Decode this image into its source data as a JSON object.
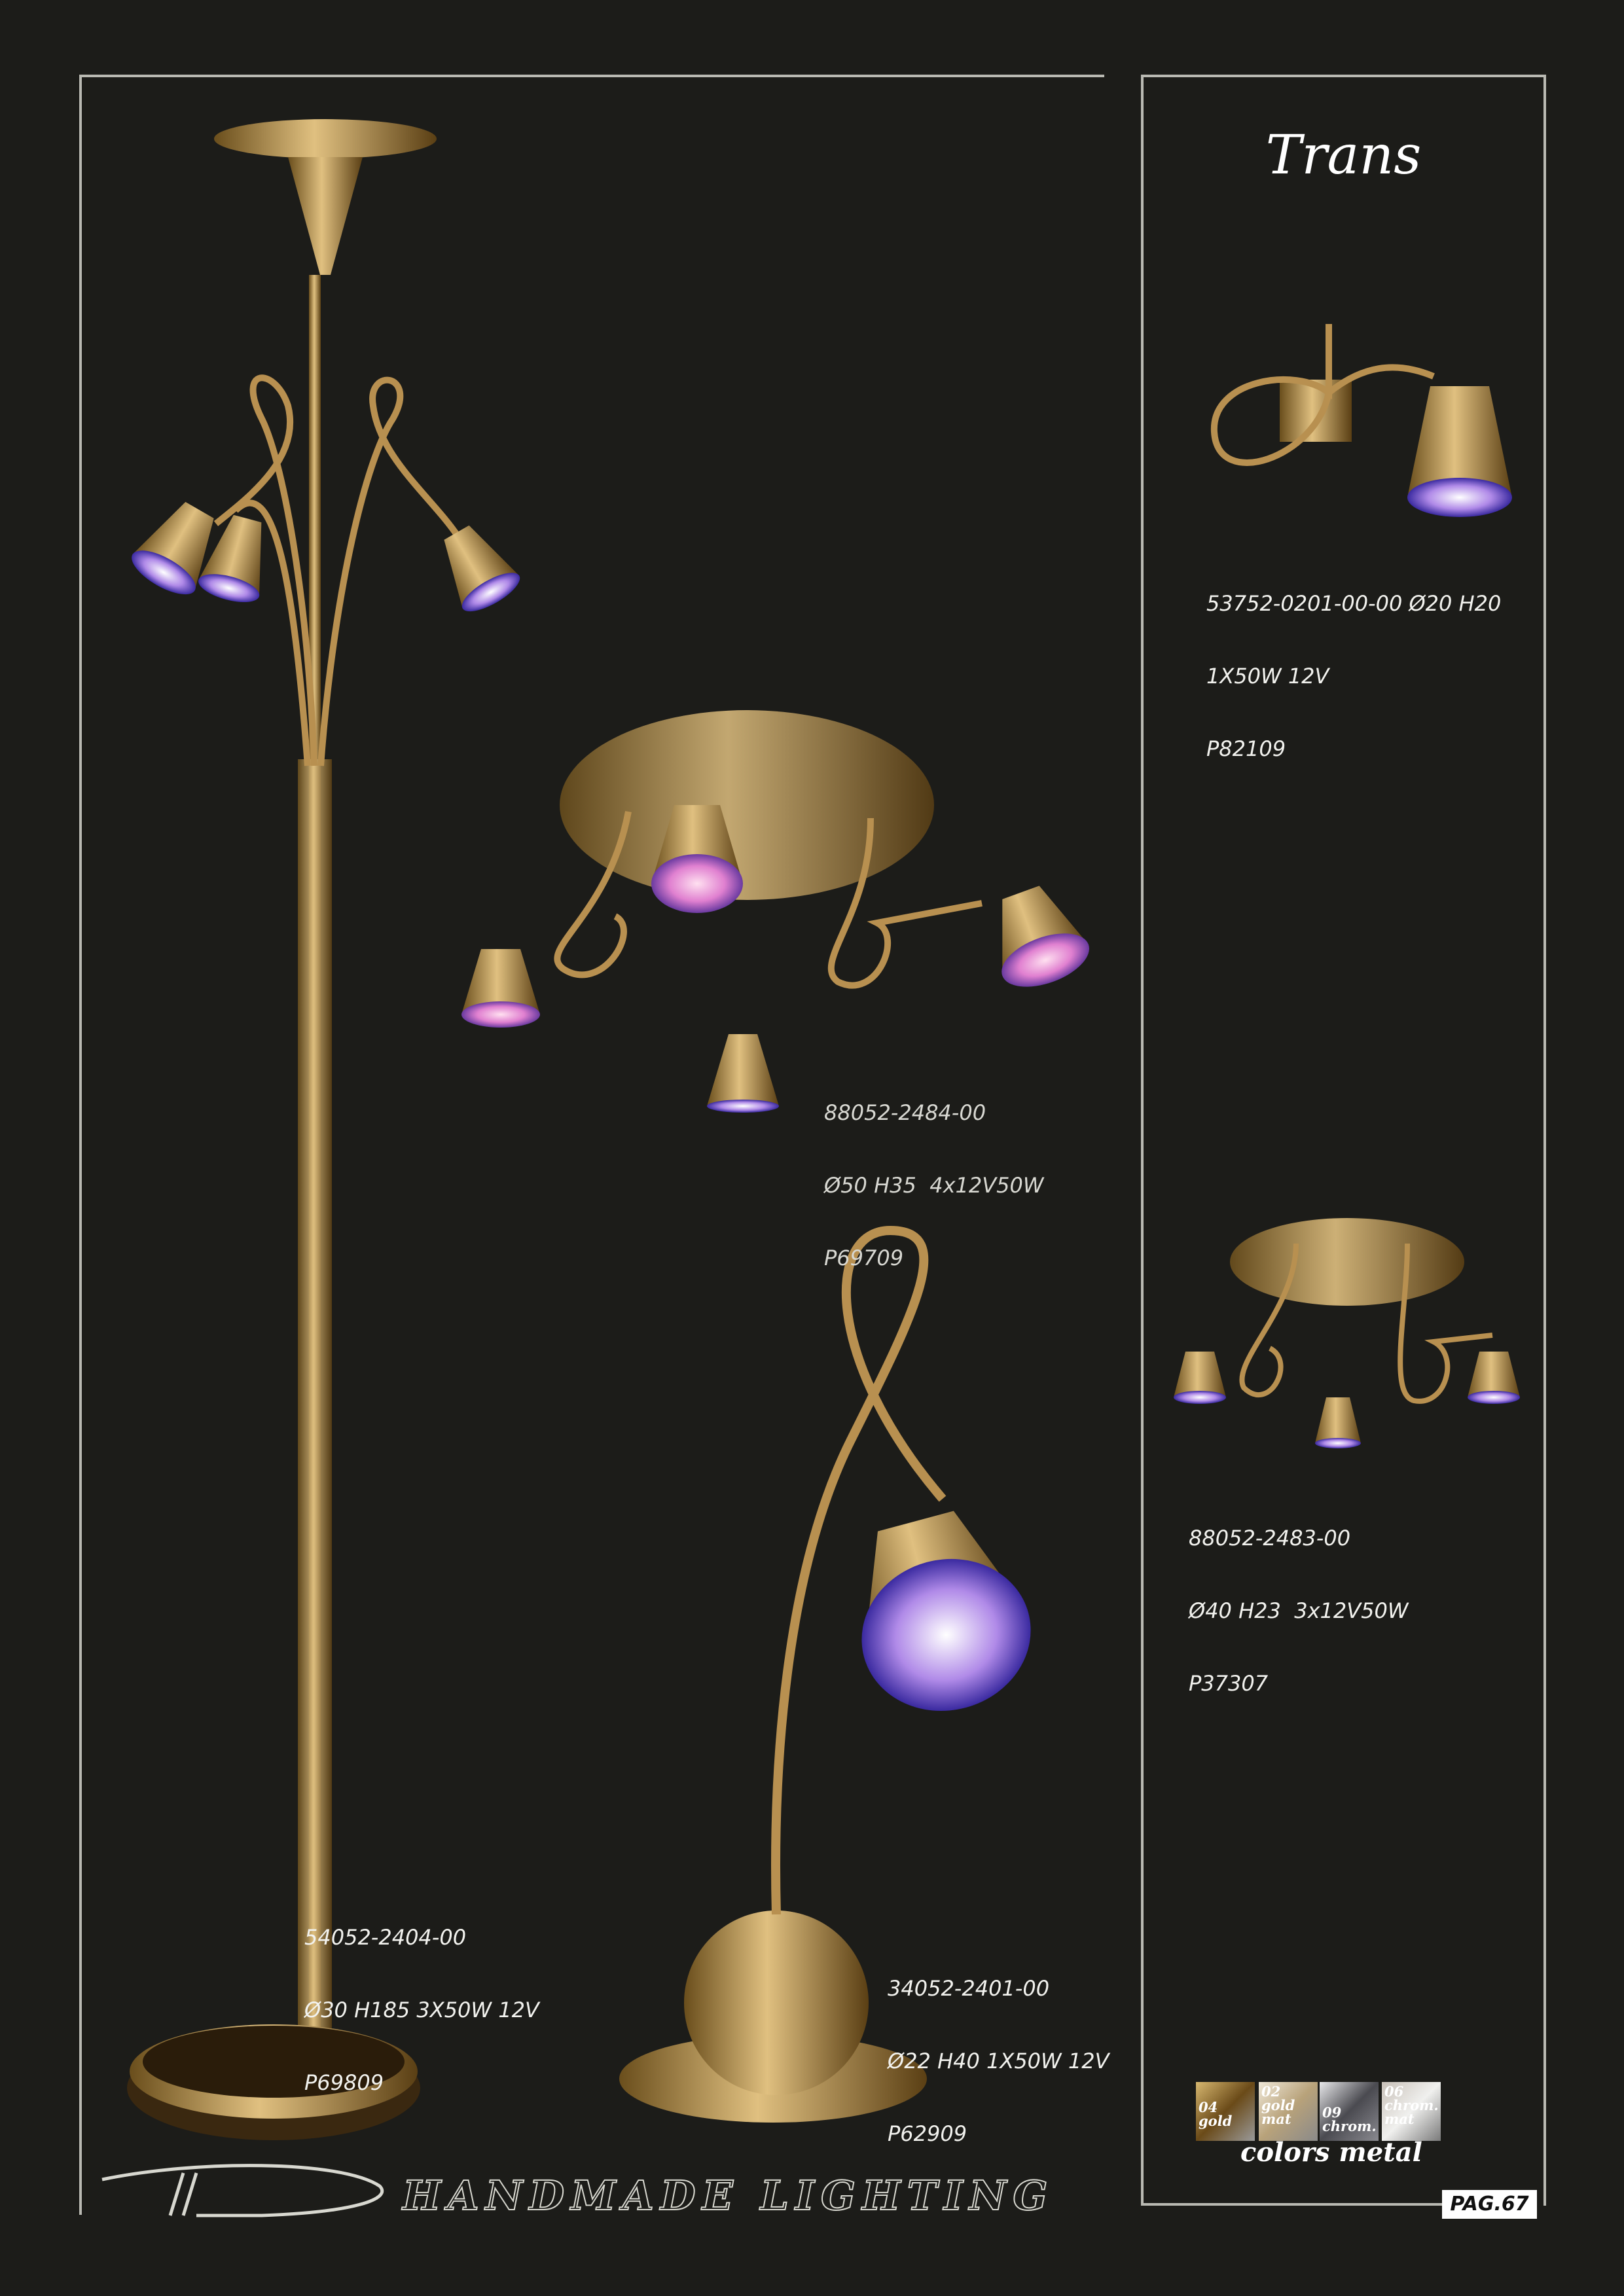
{
  "section_title": "Trans",
  "products": [
    {
      "code": "54052-2404-00",
      "dims": "Ø30 H185 3X50W 12V",
      "price": "P69809"
    },
    {
      "code": "88052-2484-00",
      "dims": "Ø50 H35  4x12V50W",
      "price": "P69709"
    },
    {
      "code": "34052-2401-00",
      "dims": "Ø22 H40 1X50W 12V",
      "price": "P62909"
    },
    {
      "code": "53752-0201-00-00 Ø20 H20",
      "dims": "1X50W 12V",
      "price": "P82109"
    },
    {
      "code": "88052-2483-00",
      "dims": "Ø40 H23  3x12V50W",
      "price": "P37307"
    }
  ],
  "finishes": {
    "label": "colors metal",
    "items": [
      {
        "code": "04",
        "name": "gold",
        "color": "#9a7a3a"
      },
      {
        "code": "02",
        "name": "gold mat",
        "color": "#b8a27a"
      },
      {
        "code": "09",
        "name": "chrom.",
        "color": "#6e6e72"
      },
      {
        "code": "06",
        "name": "chrom. mat",
        "color": "#a8a8a6"
      }
    ]
  },
  "brand": "HANDMADE LIGHTING",
  "page_label": "PAG.67"
}
